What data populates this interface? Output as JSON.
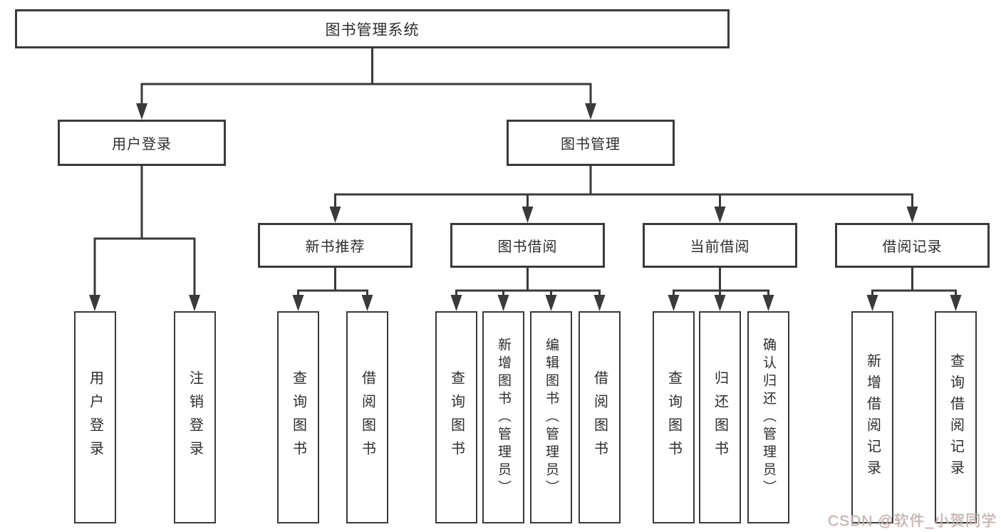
{
  "diagram": {
    "root": {
      "label": "图书管理系统"
    },
    "level2": [
      {
        "label": "用户登录"
      },
      {
        "label": "图书管理"
      }
    ],
    "level3": [
      {
        "label": "新书推荐"
      },
      {
        "label": "图书借阅"
      },
      {
        "label": "当前借阅"
      },
      {
        "label": "借阅记录"
      }
    ],
    "user_children": [
      {
        "label": "用户登录"
      },
      {
        "label": "注销登录"
      }
    ],
    "recommend_children": [
      {
        "label": "查询图书"
      },
      {
        "label": "借阅图书"
      }
    ],
    "borrow_children": [
      {
        "label": "查询图书"
      },
      {
        "label": "新增图书（管理员）"
      },
      {
        "label": "编辑图书（管理员）"
      },
      {
        "label": "借阅图书"
      }
    ],
    "current_children": [
      {
        "label": "查询图书"
      },
      {
        "label": "归还图书"
      },
      {
        "label": "确认归还（管理员）"
      }
    ],
    "records_children": [
      {
        "label": "新增借阅记录"
      },
      {
        "label": "查询借阅记录"
      }
    ],
    "colors": {
      "line": "#3a3a3a",
      "text": "#2d2d2d",
      "watermark": "#b9b7b7"
    }
  },
  "watermark": {
    "text": "CSDN @软件_小贺同学"
  }
}
